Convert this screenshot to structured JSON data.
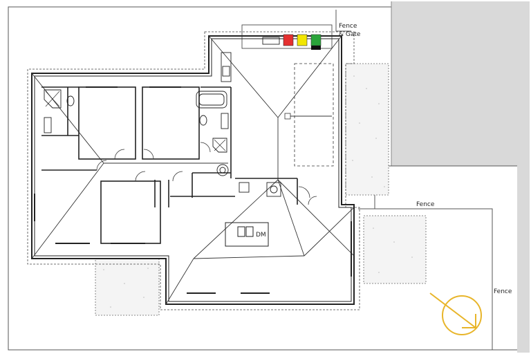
{
  "labels": {
    "fence_gate_line1": "Fence",
    "fence_gate_line2": "& Gate",
    "fence_middle": "Fence",
    "fence_right": "Fence",
    "dm": "DM"
  },
  "colors": {
    "background": "#ffffff",
    "neighbour": "#d9d9d9",
    "lines": "#333333",
    "meter_red": "#e53030",
    "meter_yellow": "#f2e600",
    "meter_green": "#2aa43a",
    "north_arrow": "#e8b52a"
  },
  "icons": {
    "north_arrow": "north-arrow-icon"
  }
}
